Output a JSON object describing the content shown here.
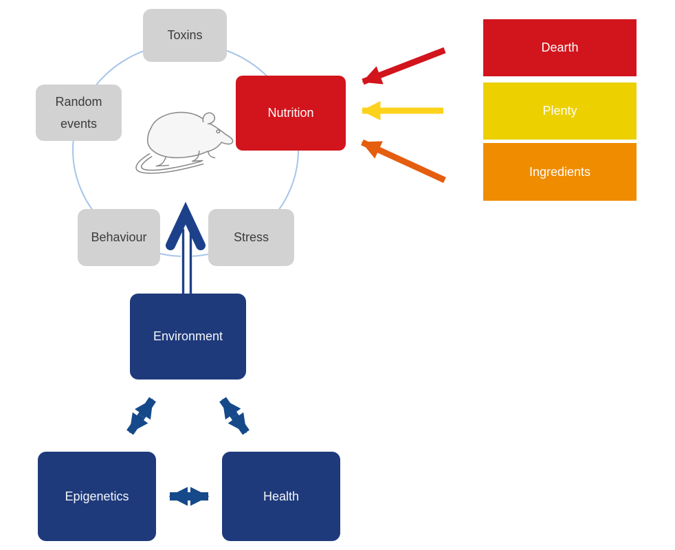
{
  "figure": {
    "background": "#ffffff",
    "cycle": {
      "boxes": {
        "toxins": "Toxins",
        "random_events": "Random events",
        "nutrition": "Nutrition",
        "behaviour": "Behaviour",
        "stress": "Stress"
      },
      "center_icon": "mouse"
    },
    "nutrition_inputs": {
      "dearth": "Dearth",
      "plenty": "Plenty",
      "ingredients": "Ingredients"
    },
    "lower_triangle": {
      "environment": "Environment",
      "epigenetics": "Epigenetics",
      "health": "Health"
    },
    "colors": {
      "red": "#d2141c",
      "yellow_box": "#ecd000",
      "yellow_arrow": "#fcd21c",
      "orange_box": "#f08c00",
      "orange_arrow": "#e55d0e",
      "gray_box": "#d2d2d2",
      "navy_box": "#1e3a7b",
      "blue_arrow": "#16498a",
      "cycle_ellipse": "#a6c4e8"
    }
  }
}
